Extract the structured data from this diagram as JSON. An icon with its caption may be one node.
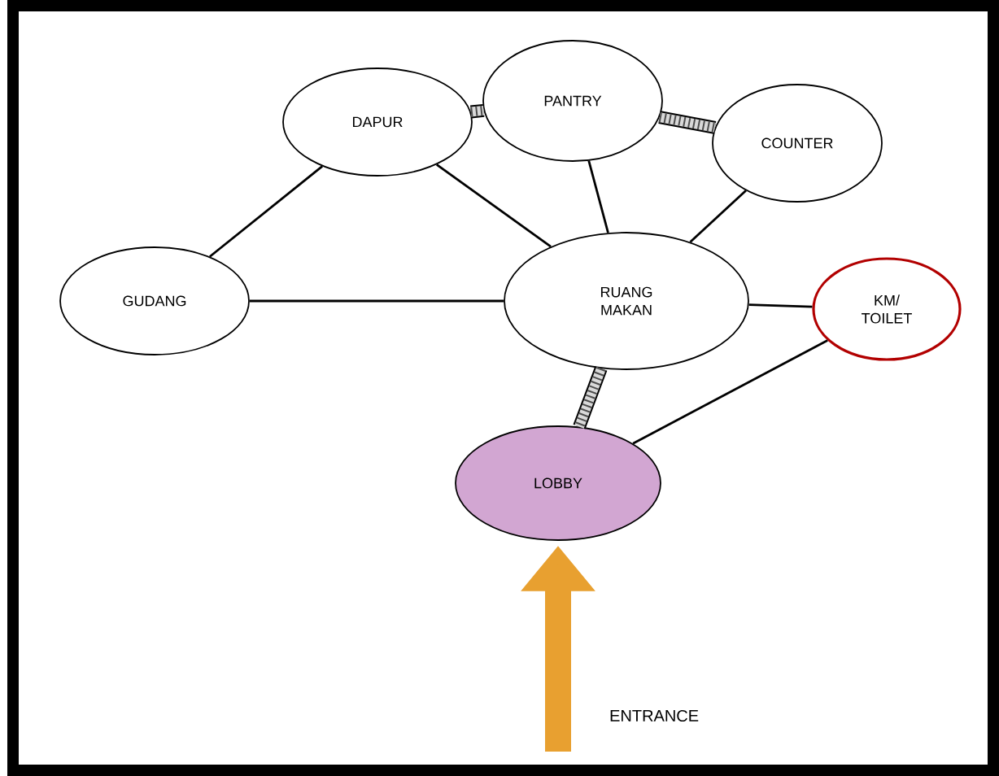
{
  "diagram": {
    "nodes": [
      {
        "text": [
          "DAPUR"
        ]
      },
      {
        "text": [
          "PANTRY"
        ]
      },
      {
        "text": [
          "COUNTER"
        ]
      },
      {
        "text": [
          "GUDANG"
        ]
      },
      {
        "text": [
          "RUANG MAKAN"
        ]
      },
      {
        "text": [
          "KM/ TOILET"
        ]
      },
      {
        "text": [
          "LOBBY"
        ]
      }
    ],
    "edges": [
      {
        "from": 0,
        "to": 1,
        "arrow": "none",
        "style": "thick"
      },
      {
        "from": 1,
        "to": 2,
        "arrow": "none",
        "style": "thick"
      },
      {
        "from": 0,
        "to": 3,
        "arrow": "none"
      },
      {
        "from": 0,
        "to": 4,
        "arrow": "none"
      },
      {
        "from": 1,
        "to": 4,
        "arrow": "none"
      },
      {
        "from": 2,
        "to": 4,
        "arrow": "none"
      },
      {
        "from": 3,
        "to": 4,
        "arrow": "none"
      },
      {
        "from": 4,
        "to": 5,
        "arrow": "none"
      },
      {
        "from": 4,
        "to": 6,
        "arrow": "none",
        "style": "thick"
      },
      {
        "from": 5,
        "to": 6,
        "arrow": "none"
      },
      {
        "from": null,
        "to": 6,
        "arrow": "to",
        "label": "ENTRANCE",
        "style": "thick",
        "color": "#e8a030"
      }
    ]
  }
}
